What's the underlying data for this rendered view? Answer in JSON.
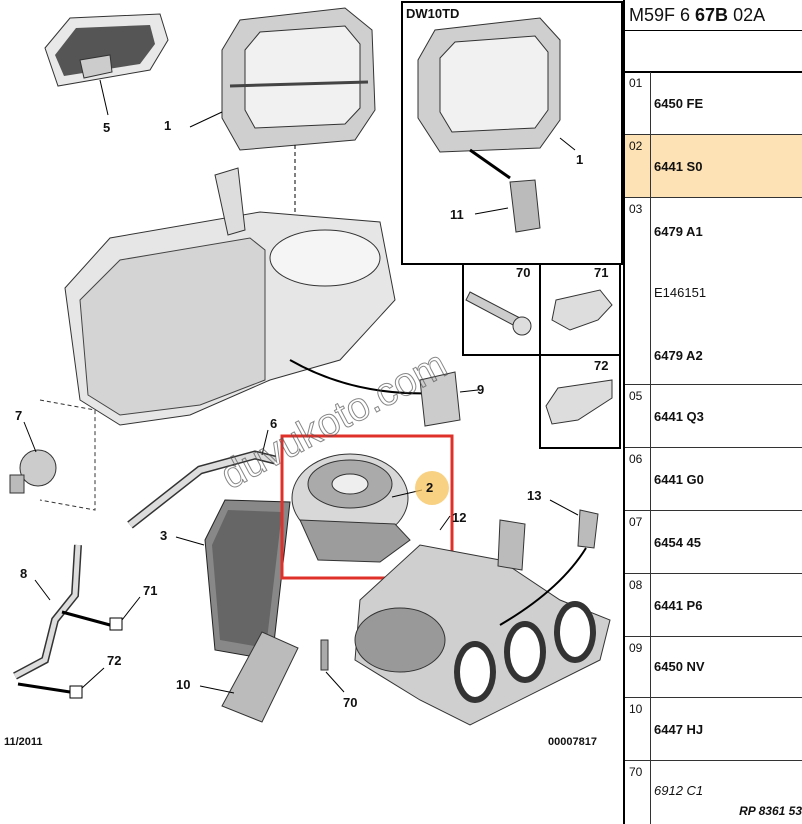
{
  "diagram": {
    "callouts": [
      "5",
      "1",
      "1",
      "11",
      "70",
      "71",
      "72",
      "9",
      "7",
      "6",
      "2",
      "12",
      "13",
      "3",
      "8",
      "71",
      "72",
      "10",
      "70"
    ],
    "inset_title": "DW10TD",
    "watermark": "duvukoto.com",
    "footer_left": "11/2011",
    "footer_right": "00007817",
    "highlight_color": "#e0302a",
    "badge_color": "#f6c15a"
  },
  "table": {
    "header_a": "M59F 6 ",
    "header_b": "67B",
    "header_c": " 02A",
    "rows": [
      {
        "idx": "01",
        "refs": [
          "6450 FE"
        ]
      },
      {
        "idx": "02",
        "refs": [
          "6441 S0"
        ],
        "selected": true
      },
      {
        "idx": "03",
        "refs": [
          "6479 A1",
          "E146151",
          "6479 A2"
        ]
      },
      {
        "idx": "05",
        "refs": [
          "6441 Q3"
        ]
      },
      {
        "idx": "06",
        "refs": [
          "6441 G0"
        ]
      },
      {
        "idx": "07",
        "refs": [
          "6454 45"
        ]
      },
      {
        "idx": "08",
        "refs": [
          "6441 P6"
        ]
      },
      {
        "idx": "09",
        "refs": [
          "6450 NV"
        ]
      },
      {
        "idx": "10",
        "refs": [
          "6447 HJ"
        ]
      },
      {
        "idx": "70",
        "refs": [
          "6912 C1"
        ]
      }
    ],
    "footer": "RP 8361 53"
  }
}
